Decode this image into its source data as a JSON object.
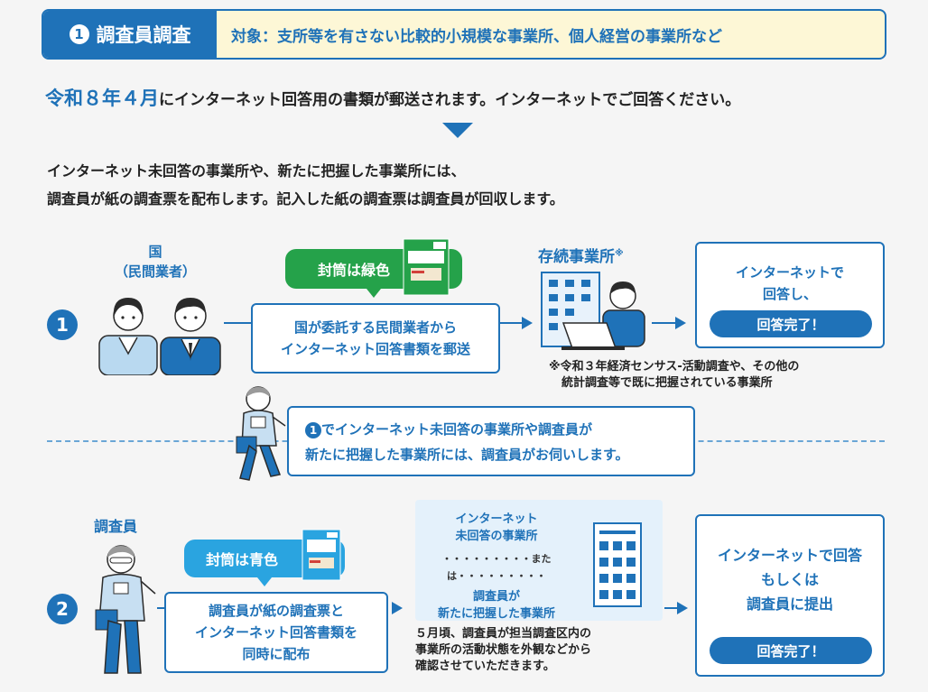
{
  "header": {
    "step_num": "1",
    "title": "調査員調査",
    "target": "対象：支所等を有さない比較的小規模な事業所、個人経営の事業所など"
  },
  "lead": {
    "date": "令和８年４月",
    "rest": "にインターネット回答用の書類が郵送されます。インターネットでご回答ください。"
  },
  "paragraph": {
    "line1": "インターネット未回答の事業所や、新たに把握した事業所には、",
    "line2": "調査員が紙の調査票を配布します。記入した紙の調査票は調査員が回収します。"
  },
  "flow1": {
    "step": "1",
    "actor_line1": "国",
    "actor_line2": "（民間業者）",
    "bubble": "封筒は緑色",
    "box_line1": "国が委託する民間業者から",
    "box_line2": "インターネット回答書類を郵送",
    "target_label": "存続事業所",
    "target_mark": "※",
    "result_line1": "インターネットで",
    "result_line2": "回答し、",
    "done": "回答完了！",
    "note_line1": "※令和３年経済センサス‐活動調査や、その他の",
    "note_line2": "統計調査等で既に把握されている事業所"
  },
  "middle": {
    "step_ref": "1",
    "line1": "でインターネット未回答の事業所や調査員が",
    "line2": "新たに把握した事業所には、調査員がお伺いします。"
  },
  "flow2": {
    "step": "2",
    "actor": "調査員",
    "bubble": "封筒は青色",
    "box_line1": "調査員が紙の調査票と",
    "box_line2": "インターネット回答書類を",
    "box_line3": "同時に配布",
    "panel_line1": "インターネット",
    "panel_line2": "未回答の事業所",
    "panel_or": "または",
    "panel_line3": "調査員が",
    "panel_line4": "新たに把握した事業所",
    "note_line1": "５月頃、調査員が担当調査区内の",
    "note_line2": "事業所の活動状態を外観などから",
    "note_line3": "確認させていただきます。",
    "result_line1": "インターネットで回答",
    "result_line2": "もしくは",
    "result_line3": "調査員に提出",
    "done": "回答完了！"
  },
  "colors": {
    "brand_blue": "#1f72b8",
    "banner_yellow": "#fdf7d6",
    "green": "#25a24a",
    "light_blue": "#2aa4e0"
  }
}
